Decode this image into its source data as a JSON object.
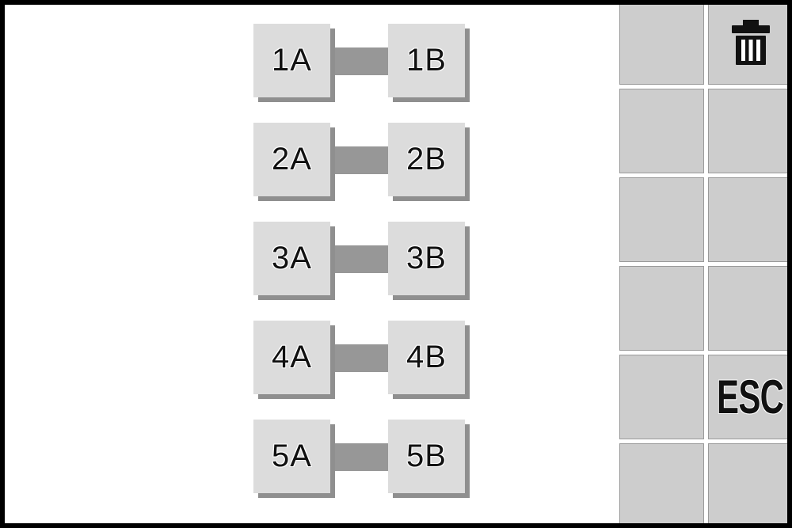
{
  "main": {
    "pairs": [
      {
        "left_label": "1A",
        "right_label": "1B"
      },
      {
        "left_label": "2A",
        "right_label": "2B"
      },
      {
        "left_label": "3A",
        "right_label": "3B"
      },
      {
        "left_label": "4A",
        "right_label": "4B"
      },
      {
        "left_label": "5A",
        "right_label": "5B"
      }
    ]
  },
  "side_panel": {
    "columns": 2,
    "rows": 6,
    "trash_icon": "trash-icon",
    "esc_label": "ESC"
  },
  "colors": {
    "frame": "#000000",
    "background": "#ffffff",
    "node_fill": "#dcdcdc",
    "node_shadow": "#8f8f8f",
    "connector": "#979797",
    "cell_fill": "#cdcdcd",
    "cell_border": "#9a9a9a",
    "text": "#111111"
  }
}
